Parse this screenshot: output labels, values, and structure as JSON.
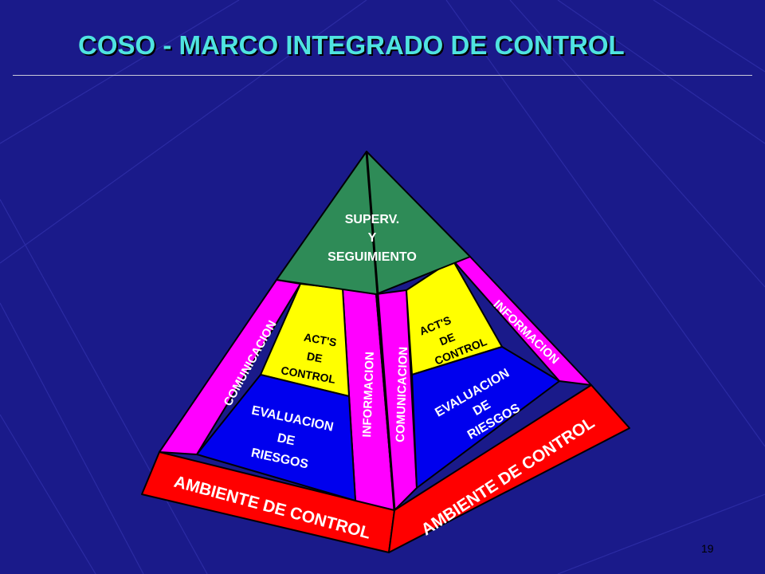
{
  "slide": {
    "title": "COSO - MARCO INTEGRADO DE CONTROL",
    "page_number": "19"
  },
  "pyramid": {
    "apex": [
      "SUPERV.",
      "Y",
      "SEGUIMIENTO"
    ],
    "left_face": {
      "control_activities": [
        "ACT'S",
        "DE",
        "CONTROL"
      ],
      "risk_assessment": [
        "EVALUACION",
        "DE",
        "RIESGOS"
      ],
      "communication": "COMUNICACION",
      "information": "INFORMACION",
      "base": "AMBIENTE DE CONTROL"
    },
    "right_face": {
      "control_activities": [
        "ACT'S",
        "DE",
        "CONTROL"
      ],
      "risk_assessment": [
        "EVALUACION",
        "DE",
        "RIESGOS"
      ],
      "communication": "COMUNICACION",
      "information": "INFORMACION",
      "base": "AMBIENTE DE CONTROL"
    }
  },
  "colors": {
    "background": "#1a1a8a",
    "title": "#4fe3e0",
    "apex": "#2e8b57",
    "control_activities": "#ffff00",
    "risk_assessment": "#0000ee",
    "communication_information": "#ff00ff",
    "base": "#ff0000"
  }
}
